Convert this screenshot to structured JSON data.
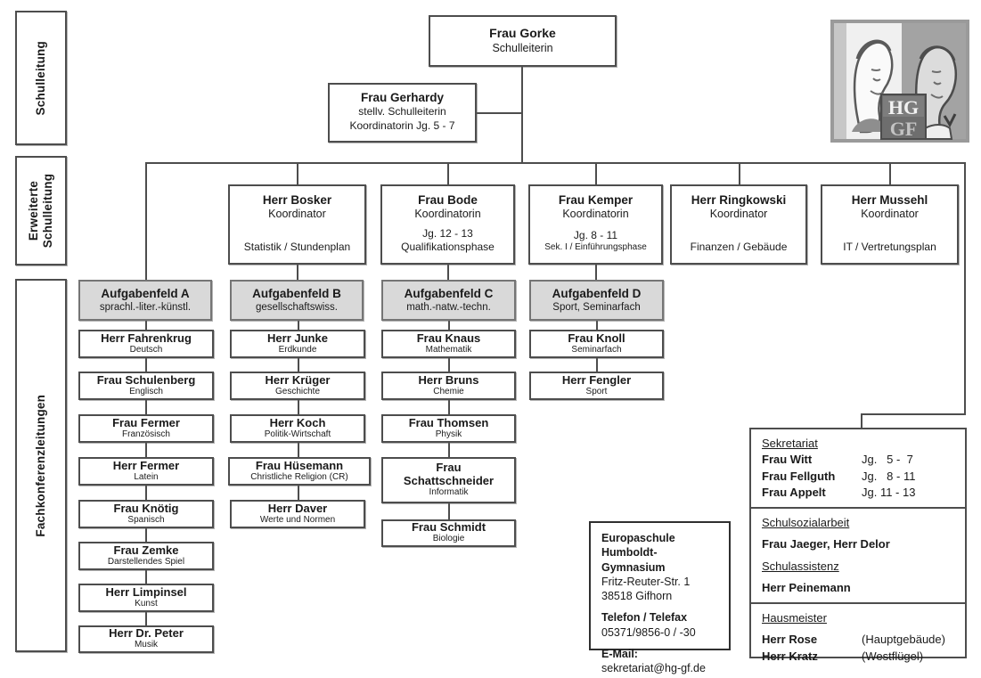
{
  "sidebar": {
    "sections": [
      {
        "label": "Schulleitung"
      },
      {
        "label": "Erweiterte\nSchulleitung"
      },
      {
        "label": "Fachkonferenzleitungen"
      }
    ]
  },
  "leadership": {
    "principal": {
      "name": "Frau Gorke",
      "role": "Schulleiterin"
    },
    "deputy": {
      "name": "Frau Gerhardy",
      "line1": "stellv. Schulleiterin",
      "line2": "Koordinatorin Jg. 5 - 7"
    }
  },
  "coordinators": [
    {
      "name": "Herr Bosker",
      "role": "Koordinator",
      "jg": "",
      "detail": "Statistik / Stundenplan"
    },
    {
      "name": "Frau Bode",
      "role": "Koordinatorin",
      "jg": "Jg. 12 - 13",
      "detail": "Qualifikationsphase"
    },
    {
      "name": "Frau Kemper",
      "role": "Koordinatorin",
      "jg": "Jg. 8 - 11",
      "detail": "Sek. I / Einführungsphase"
    },
    {
      "name": "Herr Ringkowski",
      "role": "Koordinator",
      "jg": "",
      "detail": "Finanzen / Gebäude"
    },
    {
      "name": "Herr Mussehl",
      "role": "Koordinator",
      "jg": "",
      "detail": "IT / Vertretungsplan"
    }
  ],
  "task_fields": [
    {
      "title": "Aufgabenfeld A",
      "subtitle": "sprachl.-liter.-künstl.",
      "members": [
        {
          "name": "Herr Fahrenkrug",
          "subject": "Deutsch"
        },
        {
          "name": "Frau Schulenberg",
          "subject": "Englisch"
        },
        {
          "name": "Frau Fermer",
          "subject": "Französisch"
        },
        {
          "name": "Herr Fermer",
          "subject": "Latein"
        },
        {
          "name": "Frau Knötig",
          "subject": "Spanisch"
        },
        {
          "name": "Frau Zemke",
          "subject": "Darstellendes Spiel"
        },
        {
          "name": "Herr Limpinsel",
          "subject": "Kunst"
        },
        {
          "name": "Herr Dr. Peter",
          "subject": "Musik"
        }
      ]
    },
    {
      "title": "Aufgabenfeld B",
      "subtitle": "gesellschaftswiss.",
      "members": [
        {
          "name": "Herr Junke",
          "subject": "Erdkunde"
        },
        {
          "name": "Herr Krüger",
          "subject": "Geschichte"
        },
        {
          "name": "Herr Koch",
          "subject": "Politik-Wirtschaft"
        },
        {
          "name": "Frau Hüsemann",
          "subject": "Christliche Religion (CR)"
        },
        {
          "name": "Herr Daver",
          "subject": "Werte und Normen"
        }
      ]
    },
    {
      "title": "Aufgabenfeld C",
      "subtitle": "math.-natw.-techn.",
      "members": [
        {
          "name": "Frau Knaus",
          "subject": "Mathematik"
        },
        {
          "name": "Herr Bruns",
          "subject": "Chemie"
        },
        {
          "name": "Frau Thomsen",
          "subject": "Physik"
        },
        {
          "name": "Frau Schattschneider",
          "subject": "Informatik"
        },
        {
          "name": "Frau Schmidt",
          "subject": "Biologie"
        }
      ]
    },
    {
      "title": "Aufgabenfeld D",
      "subtitle": "Sport, Seminarfach",
      "members": [
        {
          "name": "Frau Knoll",
          "subject": "Seminarfach"
        },
        {
          "name": "Herr Fengler",
          "subject": "Sport"
        }
      ]
    }
  ],
  "contact": {
    "org1": "Europaschule",
    "org2": "Humboldt-Gymnasium",
    "street": "Fritz-Reuter-Str. 1",
    "city": "38518 Gifhorn",
    "phone_label": "Telefon / Telefax",
    "phone": "05371/9856-0 / -30",
    "email_label": "E-Mail:",
    "email": "sekretariat@hg-gf.de"
  },
  "services": {
    "sekretariat": {
      "title": "Sekretariat",
      "rows": [
        {
          "name": "Frau Witt",
          "range": "Jg.   5 -  7"
        },
        {
          "name": "Frau Fellguth",
          "range": "Jg.   8 - 11"
        },
        {
          "name": "Frau Appelt",
          "range": "Jg. 11 - 13"
        }
      ]
    },
    "social": {
      "title": "Schulsozialarbeit",
      "names": "Frau Jaeger, Herr Delor",
      "assist_title": "Schulassistenz",
      "assist_name": "Herr Peinemann"
    },
    "caretakers": {
      "title": "Hausmeister",
      "rows": [
        {
          "name": "Herr Rose",
          "note": "(Hauptgebäude)"
        },
        {
          "name": "Herr Kratz",
          "note": "(Westflügel)"
        }
      ]
    }
  },
  "logo": {
    "top": "HG",
    "bottom": "GF"
  }
}
